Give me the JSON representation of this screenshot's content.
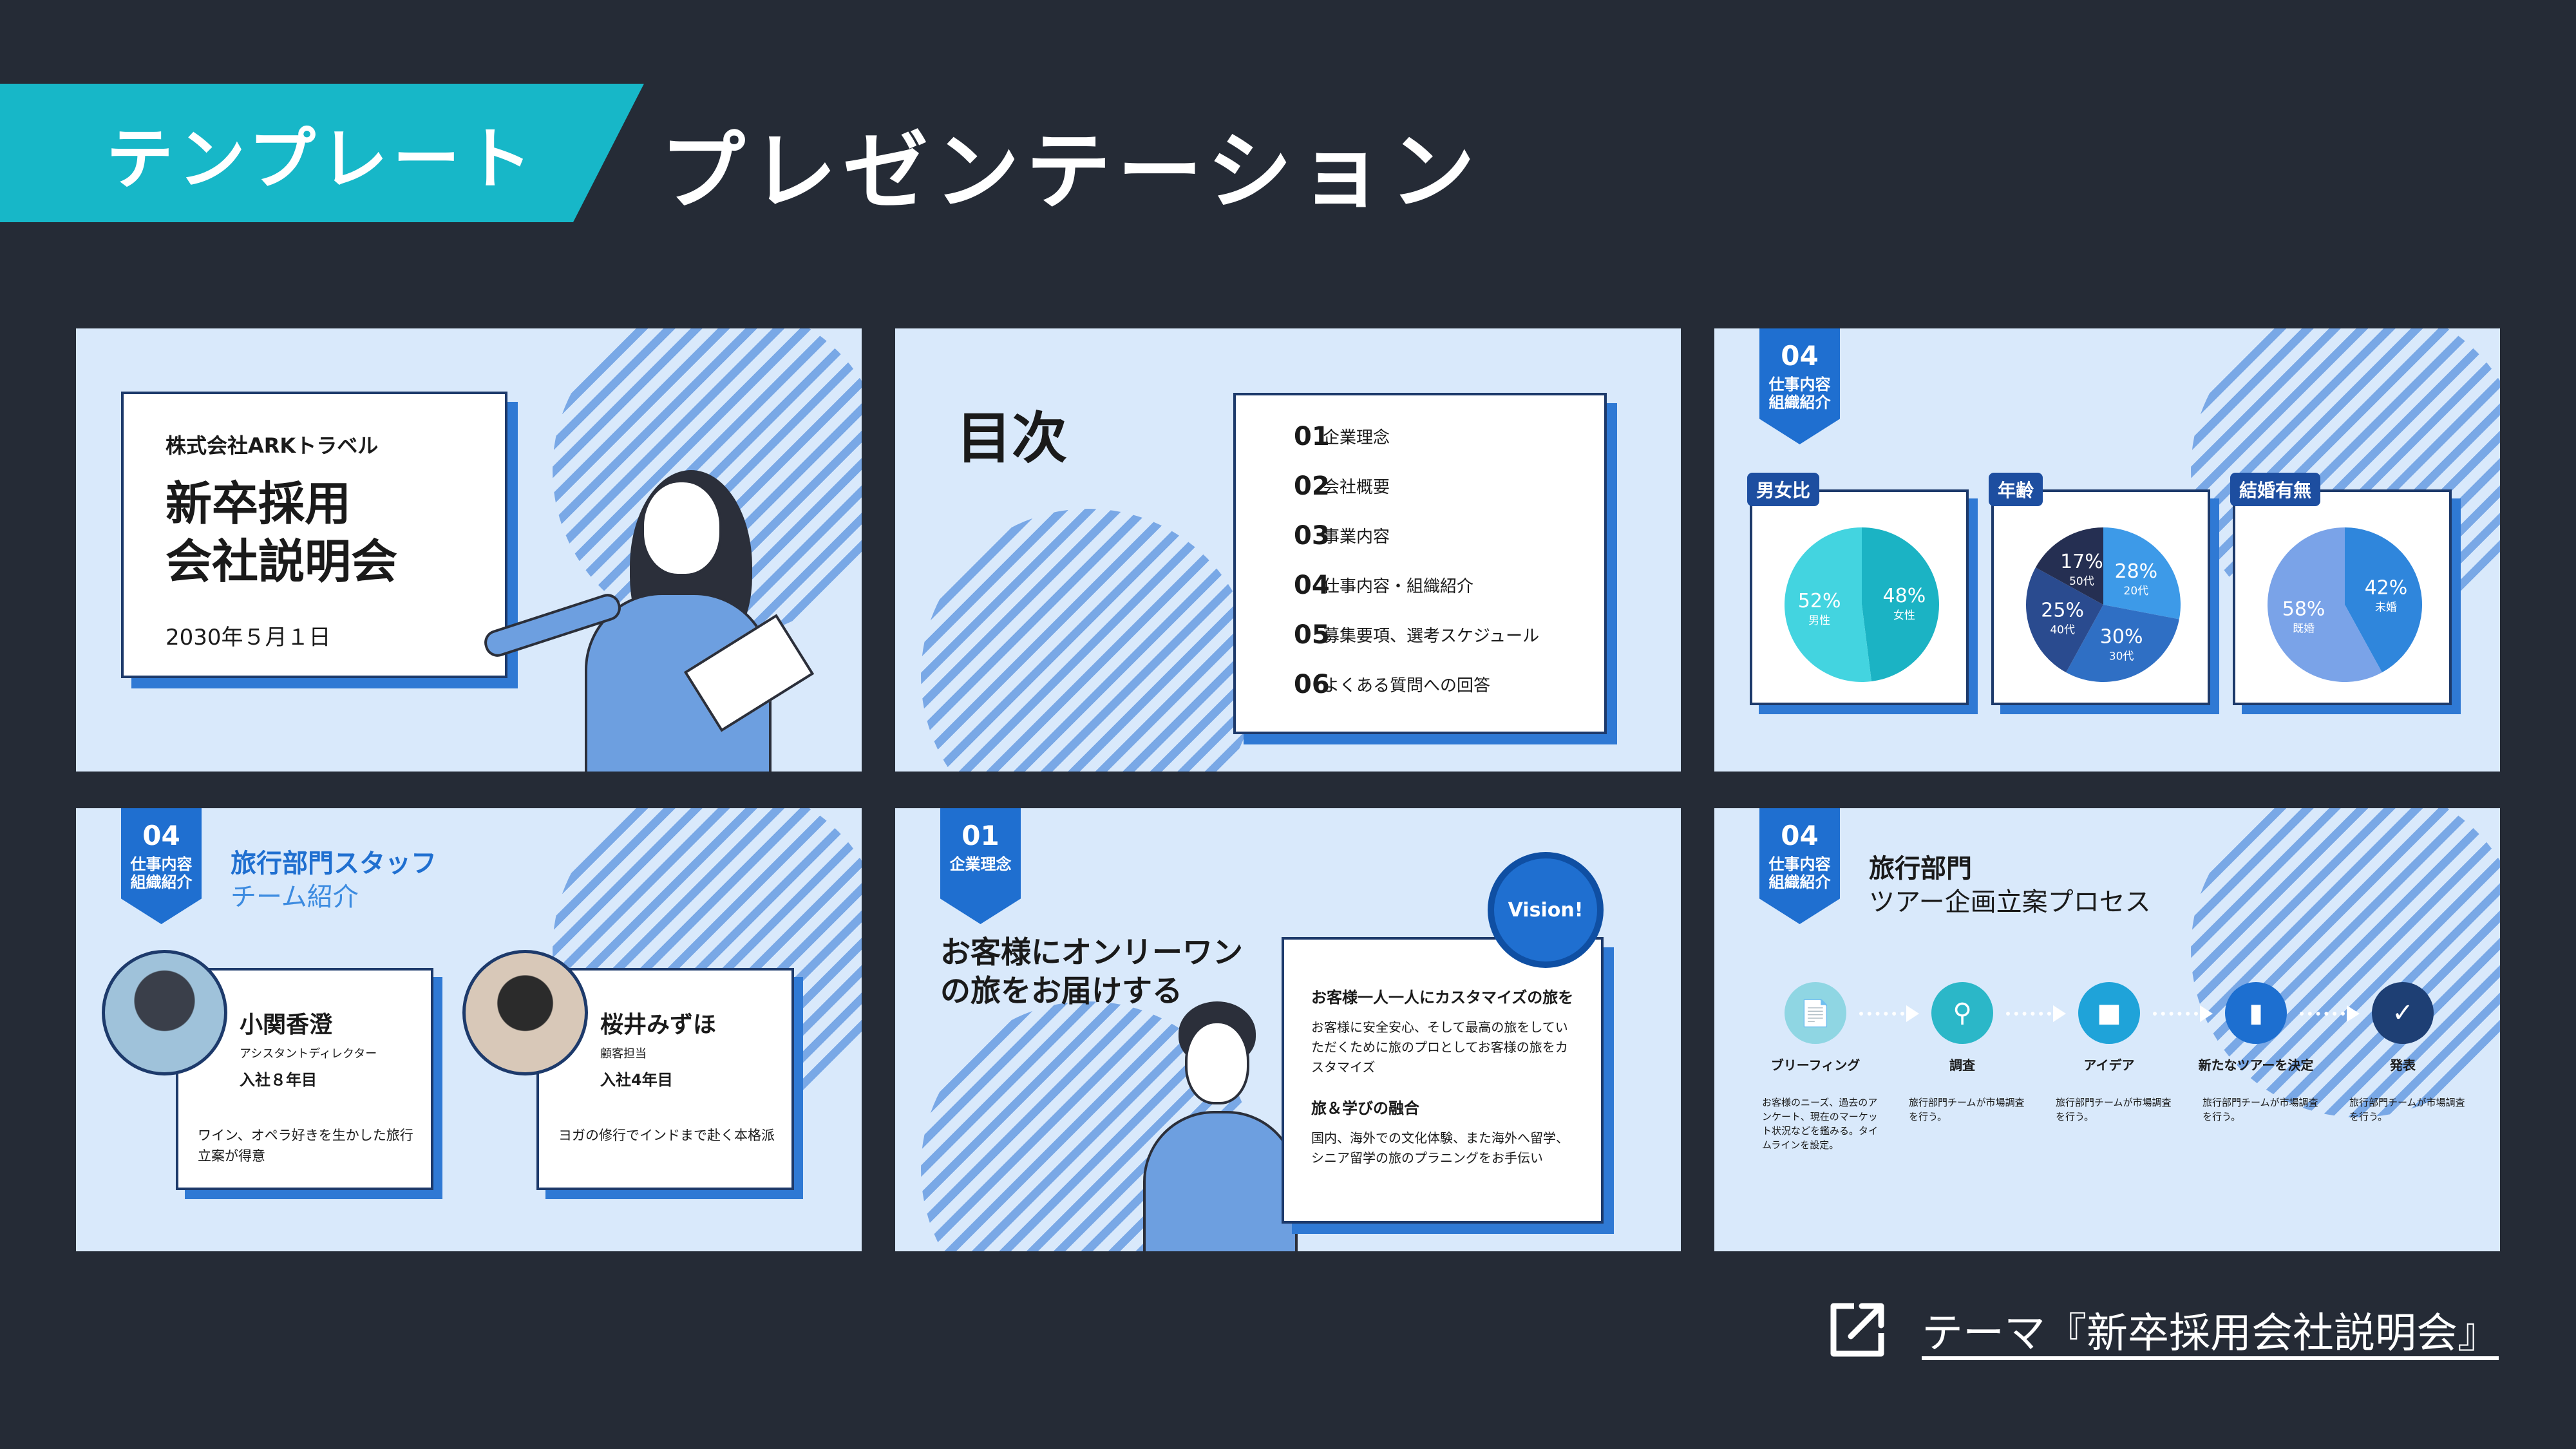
{
  "header": {
    "tag": "テンプレート",
    "title": "プレゼンテーション"
  },
  "slide1": {
    "company": "株式会社ARKトラベル",
    "title_line1": "新卒採用",
    "title_line2": "会社説明会",
    "date": "2030年５月１日"
  },
  "slide2": {
    "title": "目次",
    "items": [
      {
        "num": "01",
        "label": "企業理念"
      },
      {
        "num": "02",
        "label": "会社概要"
      },
      {
        "num": "03",
        "label": "事業内容"
      },
      {
        "num": "04",
        "label": "仕事内容・組織紹介"
      },
      {
        "num": "05",
        "label": "募集要項、選考スケジュール"
      },
      {
        "num": "06",
        "label": "よくある質問への回答"
      }
    ]
  },
  "slide3": {
    "badge_num": "04",
    "badge_l1": "仕事内容",
    "badge_l2": "組織紹介",
    "charts": [
      {
        "tag": "男女比",
        "slices": [
          {
            "pct": "48%",
            "label": "女性",
            "value": 48,
            "color": "#1bb3c4"
          },
          {
            "pct": "52%",
            "label": "男性",
            "value": 52,
            "color": "#43d4e0"
          }
        ]
      },
      {
        "tag": "年齢",
        "slices": [
          {
            "pct": "28%",
            "label": "20代",
            "value": 28,
            "color": "#3d9ae8"
          },
          {
            "pct": "30%",
            "label": "30代",
            "value": 30,
            "color": "#2f6fc4"
          },
          {
            "pct": "25%",
            "label": "40代",
            "value": 25,
            "color": "#2a4b8f"
          },
          {
            "pct": "17%",
            "label": "50代",
            "value": 17,
            "color": "#252f52"
          }
        ]
      },
      {
        "tag": "結婚有無",
        "slices": [
          {
            "pct": "42%",
            "label": "未婚",
            "value": 42,
            "color": "#2f86dc"
          },
          {
            "pct": "58%",
            "label": "既婚",
            "value": 58,
            "color": "#7aa3e8"
          }
        ]
      }
    ]
  },
  "slide4": {
    "badge_num": "04",
    "badge_l1": "仕事内容",
    "badge_l2": "組織紹介",
    "head_l1": "旅行部門スタッフ",
    "head_l2": "チーム紹介",
    "staff": [
      {
        "name": "小関香澄",
        "role": "アシスタントディレクター",
        "year": "入社８年目",
        "desc": "ワイン、オペラ好きを生かした旅行立案が得意"
      },
      {
        "name": "桜井みずほ",
        "role": "顧客担当",
        "year": "入社4年目",
        "desc": "ヨガの修行でインドまで赴く本格派"
      }
    ]
  },
  "slide5": {
    "badge_num": "01",
    "badge_l1": "企業理念",
    "head_l1": "お客様にオンリーワン",
    "head_l2": "の旅をお届けする",
    "vision": "Vision!",
    "sec1_title": "お客様一人一人にカスタマイズの旅を",
    "sec1_text": "お客様に安全安心、そして最高の旅をしていただくために旅のプロとしてお客様の旅をカスタマイズ",
    "sec2_title": "旅＆学びの融合",
    "sec2_text": "国内、海外での文化体験、また海外へ留学、シニア留学の旅のプラニングをお手伝い"
  },
  "slide6": {
    "badge_num": "04",
    "badge_l1": "仕事内容",
    "badge_l2": "組織紹介",
    "head_l1": "旅行部門",
    "head_l2": "ツアー企画立案プロセス",
    "steps": [
      {
        "label": "ブリーフィング",
        "desc": "お客様のニーズ、過去のアンケート、現在のマーケット状況などを鑑みる。タイムラインを設定。",
        "color": "#8fd6e3",
        "icon": "document-icon"
      },
      {
        "label": "調査",
        "desc": "旅行部門チームが市場調査を行う。",
        "color": "#2bb7c8",
        "icon": "search-icon"
      },
      {
        "label": "アイデア",
        "desc": "旅行部門チームが市場調査を行う。",
        "color": "#1fa3d9",
        "icon": "book-icon"
      },
      {
        "label": "新たなツアーを決定",
        "desc": "旅行部門チームが市場調査を行う。",
        "color": "#1d6fd0",
        "icon": "phone-icon"
      },
      {
        "label": "発表",
        "desc": "旅行部門チームが市場調査を行う。",
        "color": "#1e3f74",
        "icon": "check-shield-icon"
      }
    ]
  },
  "footer": {
    "link_text": "テーマ『新卒採用会社説明会』",
    "icon": "external-link-icon"
  }
}
